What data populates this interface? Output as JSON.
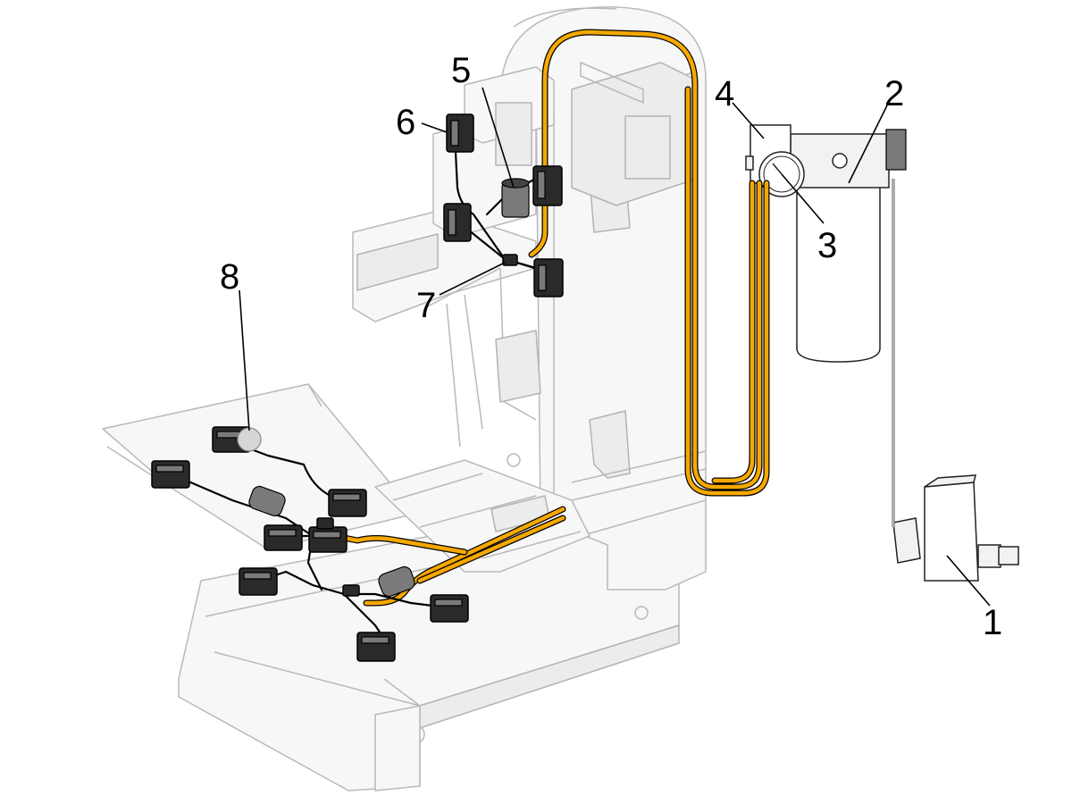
{
  "callouts": [
    {
      "id": "1",
      "label": "1"
    },
    {
      "id": "2",
      "label": "2"
    },
    {
      "id": "3",
      "label": "3"
    },
    {
      "id": "4",
      "label": "4"
    },
    {
      "id": "5",
      "label": "5"
    },
    {
      "id": "6",
      "label": "6"
    },
    {
      "id": "7",
      "label": "7"
    },
    {
      "id": "8",
      "label": "8"
    }
  ],
  "colors": {
    "hose": "#f5a800",
    "outline": "#b9b9b9",
    "component": "#2a2a2a"
  }
}
